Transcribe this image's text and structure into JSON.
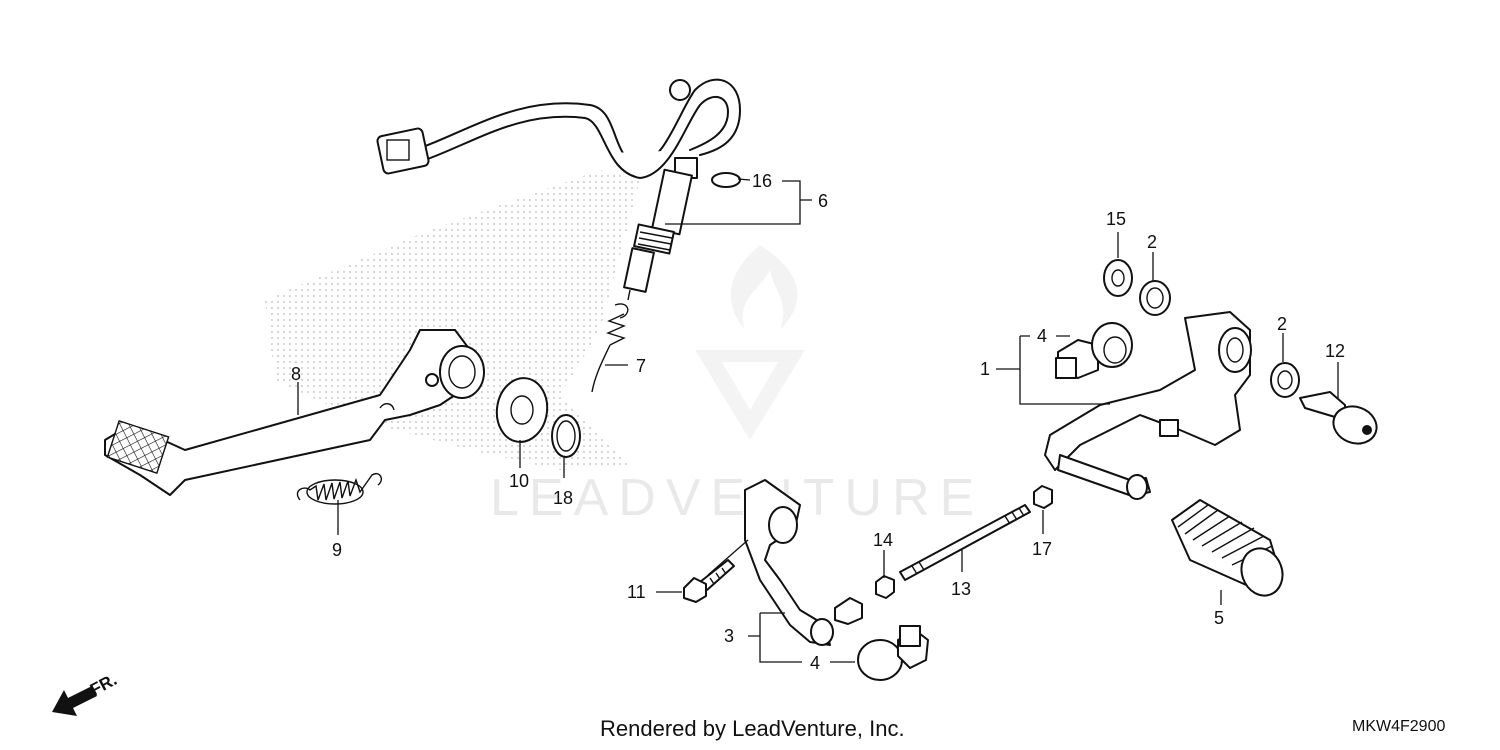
{
  "watermark": "LEADVENTURE",
  "direction_label": "FR.",
  "footer": {
    "rendered_by": "Rendered by LeadVenture, Inc.",
    "diagram_code": "MKW4F2900"
  },
  "callouts": {
    "c1": "1",
    "c2a": "2",
    "c2b": "2",
    "c3": "3",
    "c4a": "4",
    "c4b": "4",
    "c5": "5",
    "c6": "6",
    "c7": "7",
    "c8": "8",
    "c9": "9",
    "c10": "10",
    "c11": "11",
    "c12": "12",
    "c13": "13",
    "c14": "14",
    "c15": "15",
    "c16": "16",
    "c17": "17",
    "c18": "18"
  }
}
